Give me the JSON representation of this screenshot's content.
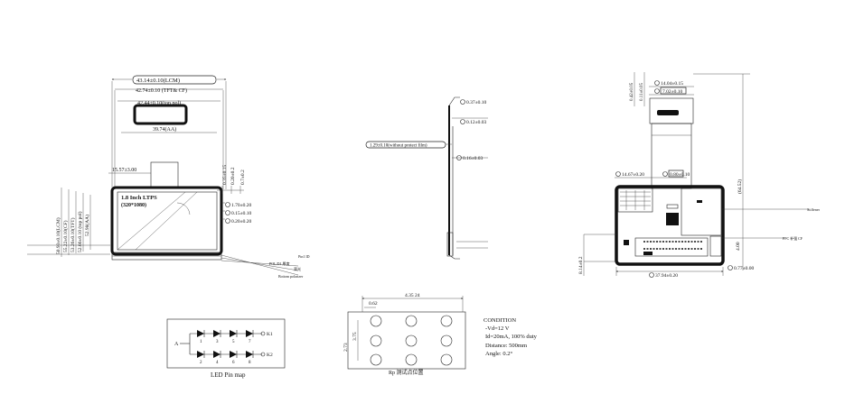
{
  "front_view": {
    "dims": {
      "width_lcm": "43.14±0.10(LCM)",
      "width_tft": "42.74±0.10 (TFT& CF)",
      "width_pol": "42.44±0.10(top pol)",
      "width_aa": "39.74(AA)",
      "h_1557": "15.57±3.00",
      "h_lcm": "50.93±0.10(LCM)",
      "h_cf": "55.22±0.10(CF)",
      "h_tft": "53.26±0.10(TFT)",
      "h_pol": "52.66±0.10 (top pol)",
      "h_aa": "52.98(AA)",
      "side_1": "1.70±0.20",
      "side_2": "0.15±0.10",
      "side_3": "0.20±0.20",
      "top_1": "0.35±0.15",
      "top_2": "0.20±0.2",
      "top_3": "0.7±0.2"
    },
    "panel_label_1": "1.8 Inch LTPS",
    "panel_label_2": "(320*1080)",
    "notes": [
      "Pin1 ID",
      "POL/D1 厚度",
      "背光",
      "Bottom polarizer"
    ]
  },
  "side_view": {
    "dim_1": "0.37±0.10",
    "dim_2": "0.12±0.03",
    "dim_protect": "1.29±0.10(without protect film)",
    "dim_3": "0.16±0.03"
  },
  "back_view": {
    "dim_top_width": "14.04±0.15",
    "dim_top_inner": "7.02±0.10",
    "dim_left_top_1": "0.42±0.05",
    "dim_left_top_2": "0.11±0.05",
    "dim_fpc_1": "14.67±0.20",
    "dim_fpc_2": "0.80±0.10",
    "dim_right_height": "(64.52)",
    "dim_bottom_width": "37.94±0.20",
    "dim_bottom_right": "0.77±0.00",
    "dim_left_bottom": "8.14±0.2",
    "dim_right_small": "4.00",
    "note_1": "Stiffener",
    "note_2": "FPC 补强 CF"
  },
  "led_pin_map": {
    "label": "LED Pin map",
    "anode": "A",
    "k1": "K1",
    "k2": "K2",
    "numbers_top": [
      "1",
      "3",
      "5",
      "7"
    ],
    "numbers_bottom": [
      "2",
      "4",
      "6",
      "8"
    ]
  },
  "test_points": {
    "dim_width": "4.35 24",
    "dim_pitch": "0.62",
    "dim_height": "2.73",
    "dim_side": "3.75",
    "label": "Rp 测试点位置"
  },
  "condition": {
    "title": "CONDITION",
    "lines": [
      "-Vd=12 V",
      "Id=20mA, 100% duty",
      "Distance: 500mm",
      "Angle: 0.2°"
    ]
  }
}
